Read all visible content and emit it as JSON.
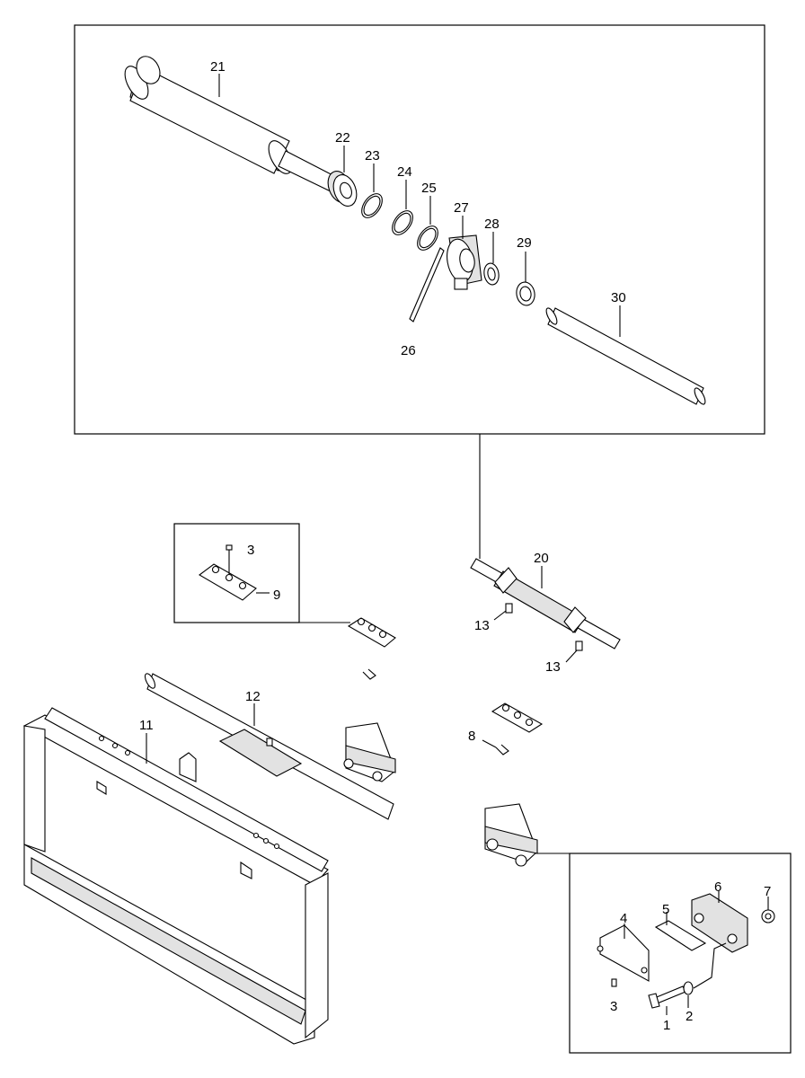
{
  "diagram": {
    "callouts": {
      "c1": "1",
      "c2": "2",
      "c3a": "3",
      "c3b": "3",
      "c4": "4",
      "c5": "5",
      "c6": "6",
      "c7": "7",
      "c8": "8",
      "c9": "9",
      "c11": "11",
      "c12": "12",
      "c13a": "13",
      "c13b": "13",
      "c20": "20",
      "c21": "21",
      "c22": "22",
      "c23": "23",
      "c24": "24",
      "c25": "25",
      "c26": "26",
      "c27": "27",
      "c28": "28",
      "c29": "29",
      "c30": "30"
    }
  }
}
